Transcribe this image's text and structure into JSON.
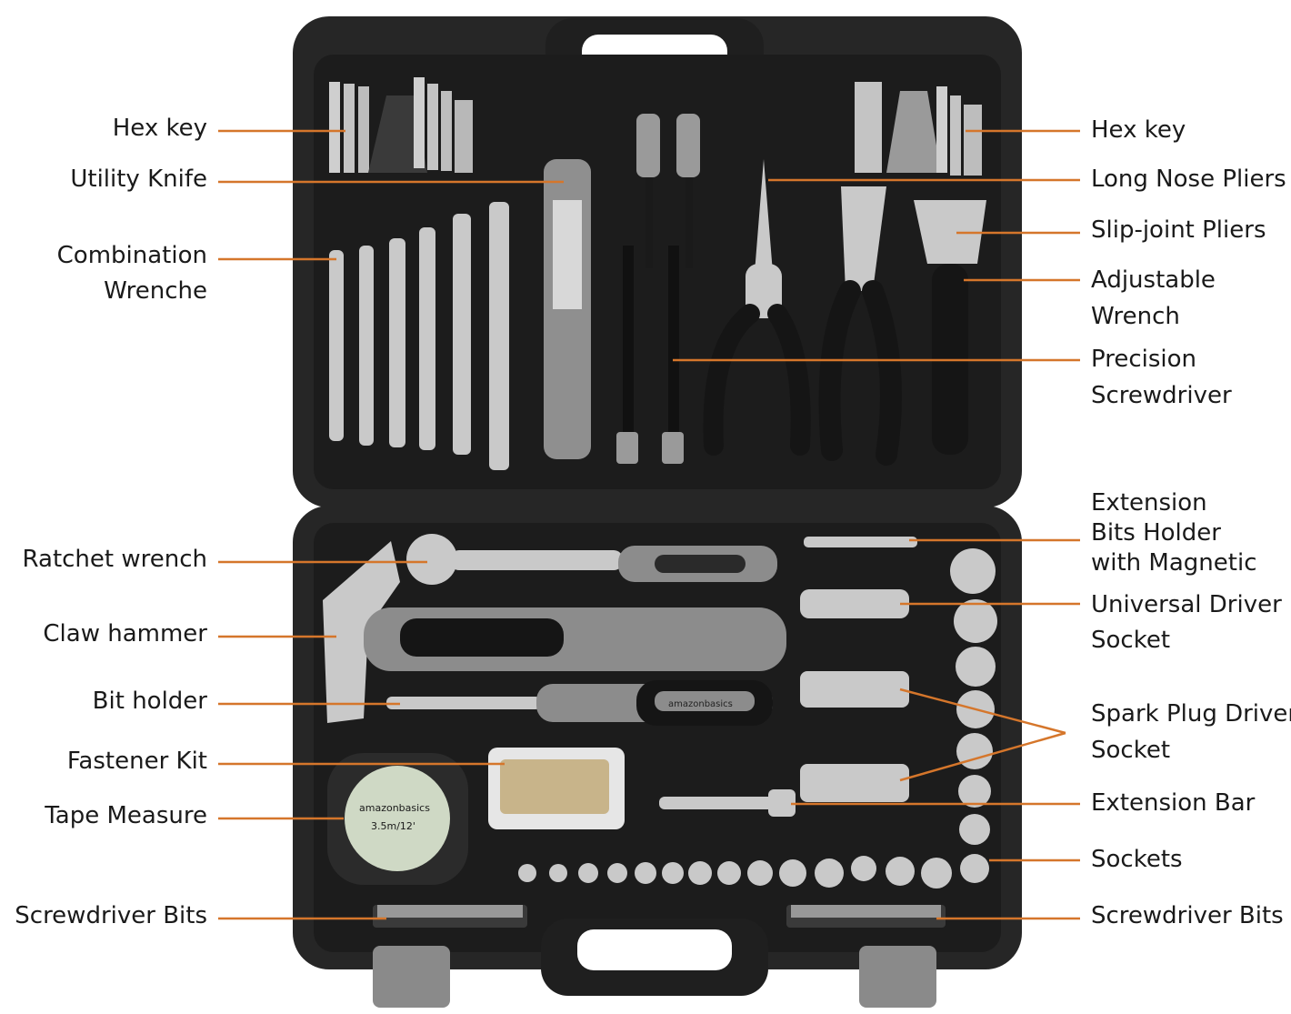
{
  "colors": {
    "leader": "#d5762b",
    "case": "#262626",
    "case_inner": "#1a1a1a",
    "tray": "#2e2e2e",
    "chrome": "#c9c9c9",
    "grip_gray": "#8c8c8c",
    "grip_black": "#151515",
    "text": "#1a1a1a"
  },
  "left_labels": [
    {
      "key": "hex-key",
      "lines": [
        "Hex key"
      ]
    },
    {
      "key": "utility-knife",
      "lines": [
        "Utility Knife"
      ]
    },
    {
      "key": "combination-wrench",
      "lines": [
        "Combination",
        "Wrenche"
      ]
    },
    {
      "key": "ratchet-wrench",
      "lines": [
        "Ratchet wrench"
      ]
    },
    {
      "key": "claw-hammer",
      "lines": [
        "Claw hammer"
      ]
    },
    {
      "key": "bit-holder",
      "lines": [
        "Bit holder"
      ]
    },
    {
      "key": "fastener-kit",
      "lines": [
        "Fastener Kit"
      ]
    },
    {
      "key": "tape-measure",
      "lines": [
        "Tape Measure"
      ]
    },
    {
      "key": "screwdriver-bits",
      "lines": [
        "Screwdriver Bits"
      ]
    }
  ],
  "right_labels": [
    {
      "key": "hex-key",
      "lines": [
        "Hex key"
      ]
    },
    {
      "key": "long-nose-pliers",
      "lines": [
        "Long Nose Pliers"
      ]
    },
    {
      "key": "slip-joint-pliers",
      "lines": [
        "Slip-joint Pliers"
      ]
    },
    {
      "key": "adjustable-wrench",
      "lines": [
        "Adjustable",
        "Wrench"
      ]
    },
    {
      "key": "precision-screwdriver",
      "lines": [
        "Precision",
        "Screwdriver"
      ]
    },
    {
      "key": "extension-bits-holder",
      "lines": [
        "Extension",
        "Bits Holder",
        "with Magnetic"
      ]
    },
    {
      "key": "universal-driver-socket",
      "lines": [
        "Universal Driver",
        "Socket"
      ]
    },
    {
      "key": "spark-plug-driver-socket",
      "lines": [
        "Spark Plug Driver",
        "Socket"
      ]
    },
    {
      "key": "extension-bar",
      "lines": [
        "Extension Bar"
      ]
    },
    {
      "key": "sockets",
      "lines": [
        "Sockets"
      ]
    },
    {
      "key": "screwdriver-bits",
      "lines": [
        "Screwdriver Bits"
      ]
    }
  ],
  "tape_brand": "amazonbasics",
  "tape_size": "3.5m/12'",
  "screwdriver_brand": "amazonbasics"
}
